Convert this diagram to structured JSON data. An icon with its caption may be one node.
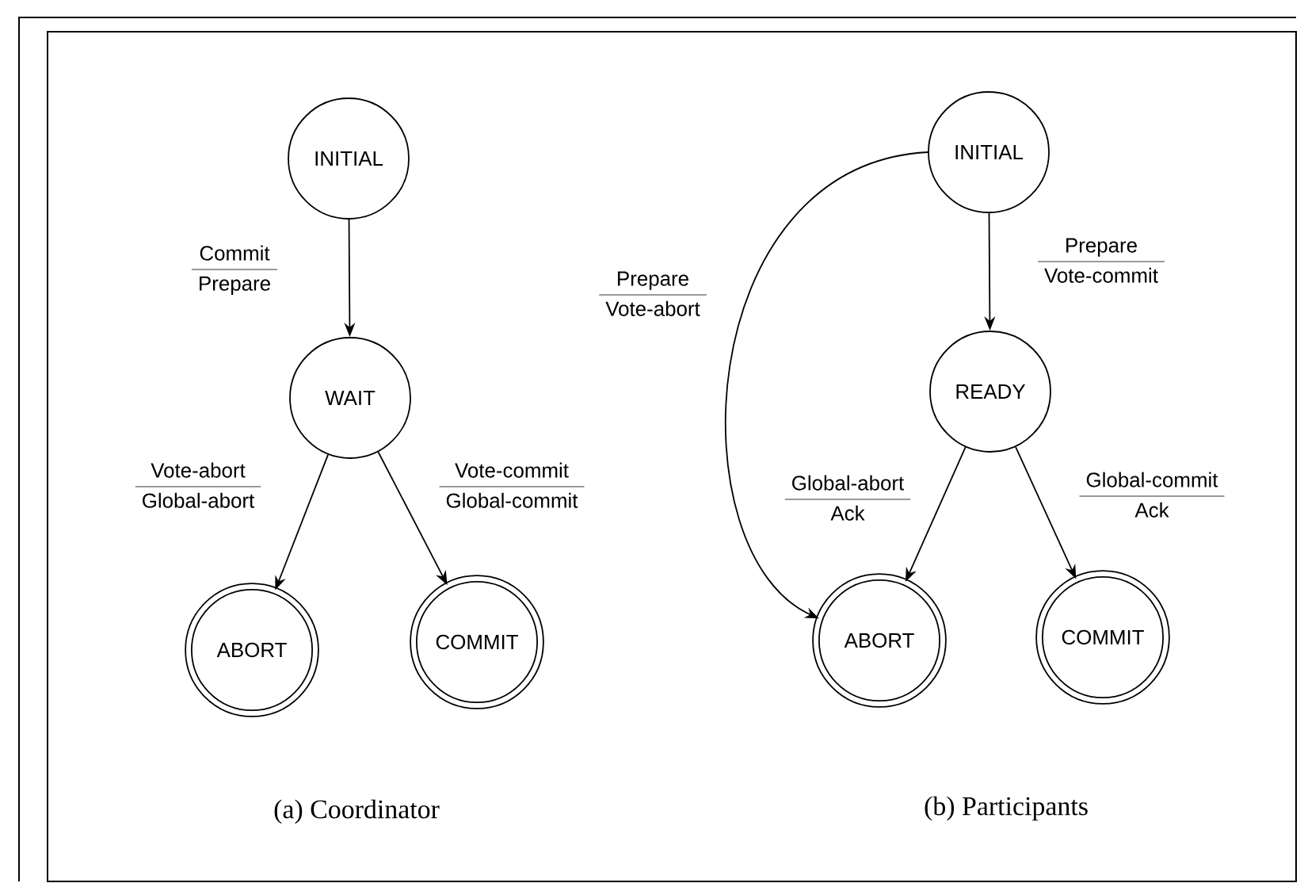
{
  "diagram": {
    "nodes": [
      {
        "text": [
          "INITIAL"
        ]
      },
      {
        "text": [
          "WAIT"
        ]
      },
      {
        "text": [
          "ABORT"
        ]
      },
      {
        "text": [
          "COMMIT"
        ]
      },
      {
        "text": [
          "INITIAL"
        ]
      },
      {
        "text": [
          "READY"
        ]
      },
      {
        "text": [
          "ABORT"
        ]
      },
      {
        "text": [
          "COMMIT"
        ]
      }
    ],
    "edges": [
      {
        "from": 0,
        "to": 1,
        "arrow": "to",
        "label": [
          "Commit",
          "Prepare"
        ]
      },
      {
        "from": 1,
        "to": 2,
        "arrow": "to",
        "label": [
          "Vote-abort",
          "Global-abort"
        ]
      },
      {
        "from": 1,
        "to": 3,
        "arrow": "to",
        "label": [
          "Vote-commit",
          "Global-commit"
        ]
      },
      {
        "from": 4,
        "to": 5,
        "arrow": "to",
        "label": [
          "Prepare",
          "Vote-commit"
        ]
      },
      {
        "from": 4,
        "to": 6,
        "arrow": "to",
        "label": [
          "Prepare",
          "Vote-abort"
        ]
      },
      {
        "from": 5,
        "to": 6,
        "arrow": "to",
        "label": [
          "Global-abort",
          "Ack"
        ]
      },
      {
        "from": 5,
        "to": 7,
        "arrow": "to",
        "label": [
          "Global-commit",
          "Ack"
        ]
      }
    ],
    "labels": [
      "(a) Coordinator",
      "(b) Participants"
    ]
  }
}
